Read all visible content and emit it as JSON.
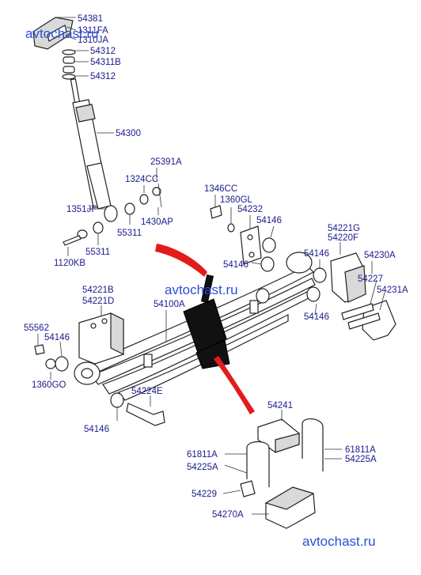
{
  "watermarks": [
    "avtochast.ru",
    "avtochast.ru",
    "avtochast.ru"
  ],
  "labels": [
    "54381",
    "1311FA",
    "1310JA",
    "54312",
    "54311B",
    "54312",
    "54300",
    "25391A",
    "1324CC",
    "1351JF",
    "1430AP",
    "55311",
    "55311",
    "1120KB",
    "1346CC",
    "1360GL",
    "54232",
    "54146",
    "54146",
    "54221G",
    "54220F",
    "54230A",
    "54146",
    "54227",
    "54231A",
    "54146",
    "54221B",
    "54221D",
    "54100A",
    "55562",
    "54146",
    "1360GO",
    "54224E",
    "54146",
    "54241",
    "61811A",
    "54225A",
    "61811A",
    "54225A",
    "54229",
    "54270A"
  ],
  "colors": {
    "label": "#1a1a8c",
    "watermark": "#2b4fd6",
    "arrow": "#e41b1b"
  }
}
